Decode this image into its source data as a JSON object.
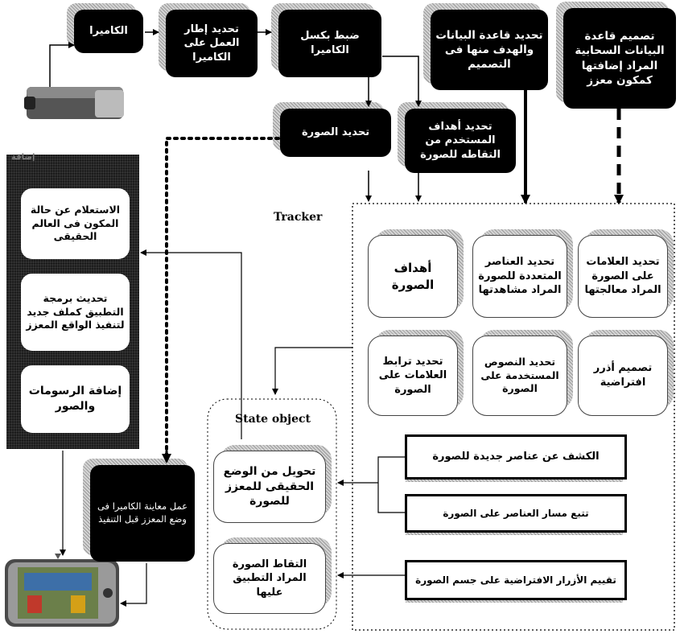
{
  "nodes": {
    "camera": "الكاميرا",
    "camera_work_frame": "تحديد إطار العمل على الكاميرا",
    "camera_pixels": "ضبط بكسل الكاميرا",
    "database_goal": "تحديد قاعدة البيانات والهدف منها فى التصميم",
    "cloud_database": "تصميم قاعدة البيانات السحابية المراد إضافتها كمكون معزز",
    "image_select": "تحديد الصورة",
    "user_goals": "تحديد أهداف المستخدم من التقاطه للصورة",
    "query_state": "الاستعلام عن حالة المكون فى العالم الحقيقى",
    "update_program": "تحديث برمجة التطبيق كملف جديد لتنفيذ الواقع المعزز",
    "add_drawings": "إضافة الرسومات والصور",
    "camera_preview": "عمل معاينة الكاميرا فى وضع المعزز قبل التنفيذ",
    "tracker_label": "Tracker",
    "image_goals": "أهداف الصورة",
    "multiple_elements": "تحديد العناصر المتعددة للصورة المراد مشاهدتها",
    "marks_processing": "تحديد العلامات على الصورة المراد معالجتها",
    "marks_link": "تحديد ترابط العلامات على الصورة",
    "texts_used": "تحديد النصوص المستخدمة على الصورة",
    "virtual_buttons": "تصميم أذرر افتراضية",
    "state_object_label": "State object",
    "real_to_augmented": "تحويل من الوضع الحقيقى للمعزز للصورة",
    "capture_image": "التقاط الصورة المراد التطبيق عليها",
    "detect_new": "الكشف عن عناصر جديدة للصورة",
    "track_path": "تتبع مسار العناصر على الصورة",
    "evaluate_buttons": "تقييم الأزرار الافتراضية على جسم الصورة",
    "panel_tag": "إضافة"
  },
  "colors": {
    "dark_box": "#000000",
    "shadow": "#b0b0b0",
    "line": "#000000"
  },
  "icons": [
    "usb-camera-icon",
    "smartphone-icon"
  ]
}
